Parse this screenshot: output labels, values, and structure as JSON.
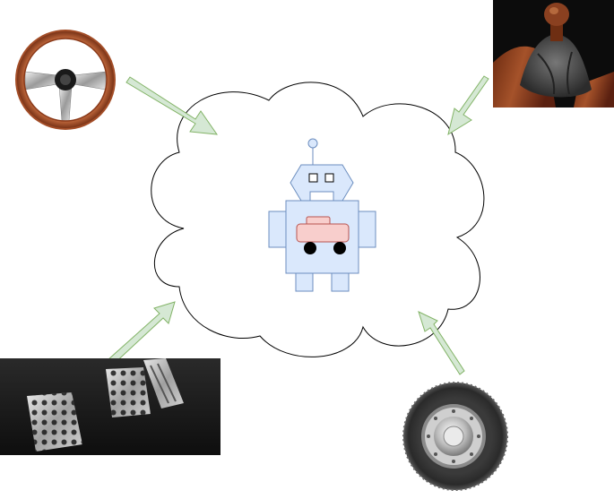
{
  "diagram": {
    "center": "robot-driving-car",
    "inputs": [
      "steering-wheel",
      "gear-shifter",
      "pedals",
      "tire"
    ],
    "colors": {
      "arrow_fill": "#d5e8d4",
      "arrow_stroke": "#82b366",
      "robot_fill": "#dae8fc",
      "robot_stroke": "#6c8ebf",
      "car_fill": "#f8cecc",
      "car_stroke": "#b85450",
      "cloud_stroke": "#000000"
    }
  }
}
